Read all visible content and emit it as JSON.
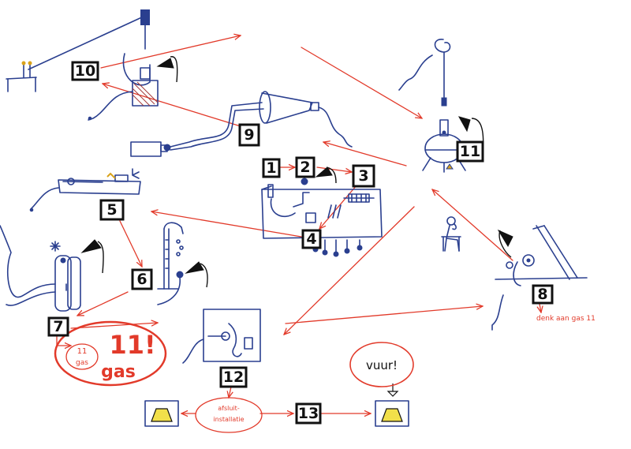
{
  "diagram": {
    "stations": [
      {
        "id": "station-1",
        "label": "1"
      },
      {
        "id": "station-2",
        "label": "2"
      },
      {
        "id": "station-3",
        "label": "3"
      },
      {
        "id": "station-4",
        "label": "4"
      },
      {
        "id": "station-5",
        "label": "5"
      },
      {
        "id": "station-6",
        "label": "6"
      },
      {
        "id": "station-7",
        "label": "7"
      },
      {
        "id": "station-8",
        "label": "8"
      },
      {
        "id": "station-9",
        "label": "9"
      },
      {
        "id": "station-10",
        "label": "10"
      },
      {
        "id": "station-11",
        "label": "11"
      },
      {
        "id": "station-12",
        "label": "12"
      },
      {
        "id": "station-13",
        "label": "13"
      }
    ],
    "notes": {
      "big_mark": "11!",
      "gas_word": "gas",
      "small_11": "11",
      "small_gas": "gas",
      "denk_note": "denk aan gas 11",
      "vuur": "vuur!",
      "afsluit_line1": "afsluit-",
      "afsluit_line2": "installatie"
    },
    "colors": {
      "ink": "#2a3f8f",
      "red": "#e23a2a",
      "box": "#111111",
      "yellow": "#f2e04a"
    }
  }
}
